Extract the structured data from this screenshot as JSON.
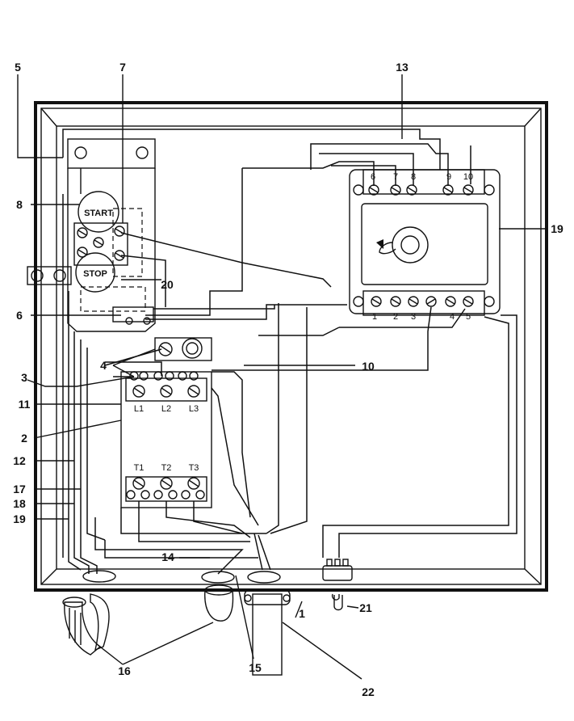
{
  "figure": {
    "callouts": [
      {
        "id": "c5",
        "text": "5"
      },
      {
        "id": "c7",
        "text": "7"
      },
      {
        "id": "c13",
        "text": "13"
      },
      {
        "id": "c8",
        "text": "8"
      },
      {
        "id": "c19a",
        "text": "19"
      },
      {
        "id": "c20",
        "text": "20"
      },
      {
        "id": "c6",
        "text": "6"
      },
      {
        "id": "c4",
        "text": "4"
      },
      {
        "id": "c10",
        "text": "10"
      },
      {
        "id": "c3",
        "text": "3"
      },
      {
        "id": "c11",
        "text": "11"
      },
      {
        "id": "c2",
        "text": "2"
      },
      {
        "id": "c12",
        "text": "12"
      },
      {
        "id": "c17",
        "text": "17"
      },
      {
        "id": "c18",
        "text": "18"
      },
      {
        "id": "c19b",
        "text": "19"
      },
      {
        "id": "c14",
        "text": "14"
      },
      {
        "id": "c21",
        "text": "21"
      },
      {
        "id": "c1",
        "text": "1"
      },
      {
        "id": "c16",
        "text": "16"
      },
      {
        "id": "c15",
        "text": "15"
      },
      {
        "id": "c22",
        "text": "22"
      }
    ],
    "push_buttons": {
      "start": "START",
      "stop": "STOP"
    },
    "contactor_line_terminals": [
      "L1",
      "L2",
      "L3"
    ],
    "contactor_load_terminals": [
      "T1",
      "T2",
      "T3"
    ],
    "relay_top_terminals": [
      "6",
      "7",
      "8",
      "9",
      "10"
    ],
    "relay_bottom_terminals": [
      "1",
      "2",
      "3",
      "4",
      "5"
    ]
  }
}
